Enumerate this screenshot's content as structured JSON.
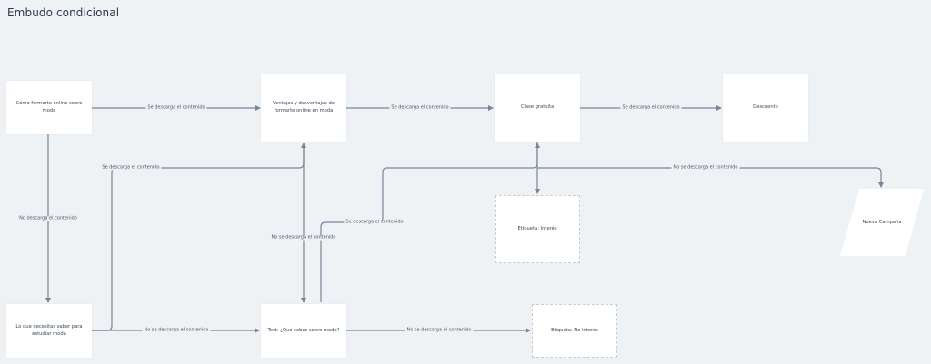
{
  "title": "Embudo condicional",
  "colors": {
    "edge": "#7a8696",
    "node": "#ffffff",
    "background": "#eef2f5"
  },
  "nodes": {
    "n1": "Cómo formarte online sobre moda",
    "n2": "Ventajas y desventajas de formarte online en moda",
    "n3": "Clase gratuita",
    "n4": "Descuento",
    "n5": "Etiqueta: Interés",
    "n6": "Nueva Campaña",
    "n7": "Lo que necesitas saber para estudiar moda",
    "n8": "Test: ¿Qué sabes sobre moda?",
    "n9": "Etiqueta: No interés"
  },
  "edge_labels": {
    "e1": "Se descarga el contenido",
    "e2": "Se descarga el contenido",
    "e3": "Se descarga el contenido",
    "e4": "No descarga el contenido",
    "e5": "Se descarga el contenido",
    "e6": "No se descarga el contenido",
    "e7": "No se descarga el contenido",
    "e8": "Se descarga el contenido",
    "e9": "No se descarga el contenido",
    "e10": "No se descarga el contenido"
  }
}
